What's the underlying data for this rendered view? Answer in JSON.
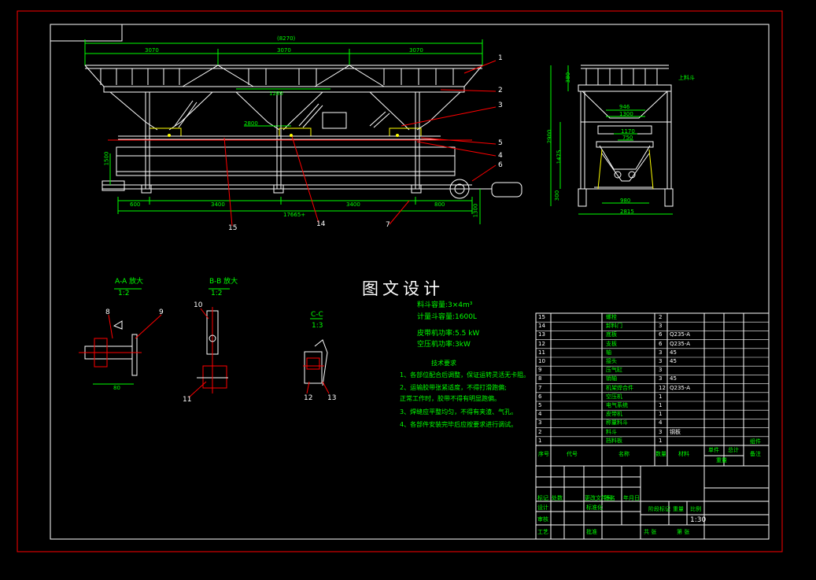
{
  "watermark": "图文设计",
  "main_view": {
    "dimensions": {
      "total_top": "(8270)",
      "seg1": "3070",
      "seg2": "3070",
      "seg3": "3070",
      "left_a": "1280",
      "mid_a": "2800",
      "height_a": "1500",
      "b1": "600",
      "b2": "3400",
      "b3": "3400",
      "b4": "800",
      "total_bottom": "17665+",
      "right_h": "1300"
    },
    "balloons": [
      "1",
      "2",
      "3",
      "5",
      "4",
      "6",
      "7",
      "14",
      "15"
    ]
  },
  "side_view": {
    "dims": {
      "top_h": "380",
      "w1": "946",
      "w2": "1300",
      "w3": "1170",
      "w4": "750",
      "h1": "2900",
      "h2": "1475",
      "bottom_h": "300",
      "base_w1": "980",
      "base_w2": "2815"
    },
    "label": "上料斗"
  },
  "sections": {
    "a": {
      "title": "A-A 放大",
      "scale": "1:2",
      "balloons": [
        "8",
        "9"
      ],
      "dim": "80"
    },
    "b": {
      "title": "B-B 放大",
      "scale": "1:2",
      "balloons": [
        "10",
        "11"
      ]
    },
    "c": {
      "title": "C-C",
      "scale": "1:3",
      "balloons": [
        "12",
        "13"
      ]
    }
  },
  "specs": {
    "line1": "料斗容量:3×4m³",
    "line2": "计量斗容量:1600L",
    "line3": "皮带机功率:5.5 kW",
    "line4": "空压机功率:3kW"
  },
  "tech_req": {
    "title": "技术要求",
    "items": [
      "1、各部位配合后调整，保证运转灵活无卡阻。",
      "2、运输胶带张紧适度，不得打滑跑偏;",
      "   正常工作时，胶带不得有明显跑偏。",
      "3、焊缝应平整均匀，不得有夹渣、气孔。",
      "4、各部件安装完毕后应按要求进行调试。"
    ]
  },
  "bom": {
    "rows": [
      {
        "no": "15",
        "name": "螺栓",
        "qty": "2",
        "mat": ""
      },
      {
        "no": "14",
        "name": "卸料门",
        "qty": "3",
        "mat": ""
      },
      {
        "no": "13",
        "name": "底板",
        "qty": "6",
        "mat": "Q235-A"
      },
      {
        "no": "12",
        "name": "支板",
        "qty": "6",
        "mat": "Q235-A"
      },
      {
        "no": "11",
        "name": "轴",
        "qty": "3",
        "mat": "45"
      },
      {
        "no": "10",
        "name": "接头",
        "qty": "3",
        "mat": "45"
      },
      {
        "no": "9",
        "name": "压气缸",
        "qty": "3",
        "mat": ""
      },
      {
        "no": "8",
        "name": "销轴",
        "qty": "3",
        "mat": "45"
      },
      {
        "no": "7",
        "name": "机架焊合件",
        "qty": "12",
        "mat": "Q235-A"
      },
      {
        "no": "6",
        "name": "空压机",
        "qty": "1",
        "mat": ""
      },
      {
        "no": "5",
        "name": "电气系统",
        "qty": "1",
        "mat": ""
      },
      {
        "no": "4",
        "name": "皮带机",
        "qty": "1",
        "mat": ""
      },
      {
        "no": "3",
        "name": "称量料斗",
        "qty": "4",
        "mat": ""
      },
      {
        "no": "2",
        "name": "料斗",
        "qty": "3",
        "mat": "钢板"
      },
      {
        "no": "1",
        "name": "挡料板",
        "qty": "1",
        "mat": ""
      }
    ],
    "header": {
      "no": "序号",
      "code": "代号",
      "name": "名称",
      "qty": "数量",
      "mat": "材料",
      "unit_w": "单件",
      "total_w": "总计",
      "weight": "重量",
      "note": "备注"
    },
    "extra_note": "组件"
  },
  "title_block": {
    "r1": [
      "标记",
      "处数",
      "更改文件号",
      "签名",
      "年月日"
    ],
    "design": "设计",
    "std": "标准化",
    "stage": "阶段标记",
    "weight": "重量",
    "scale_lbl": "比例",
    "scale": "1:30",
    "review": "审核",
    "craft": "工艺",
    "approve": "批准",
    "sheets": "共 张",
    "sheet": "第 张"
  }
}
